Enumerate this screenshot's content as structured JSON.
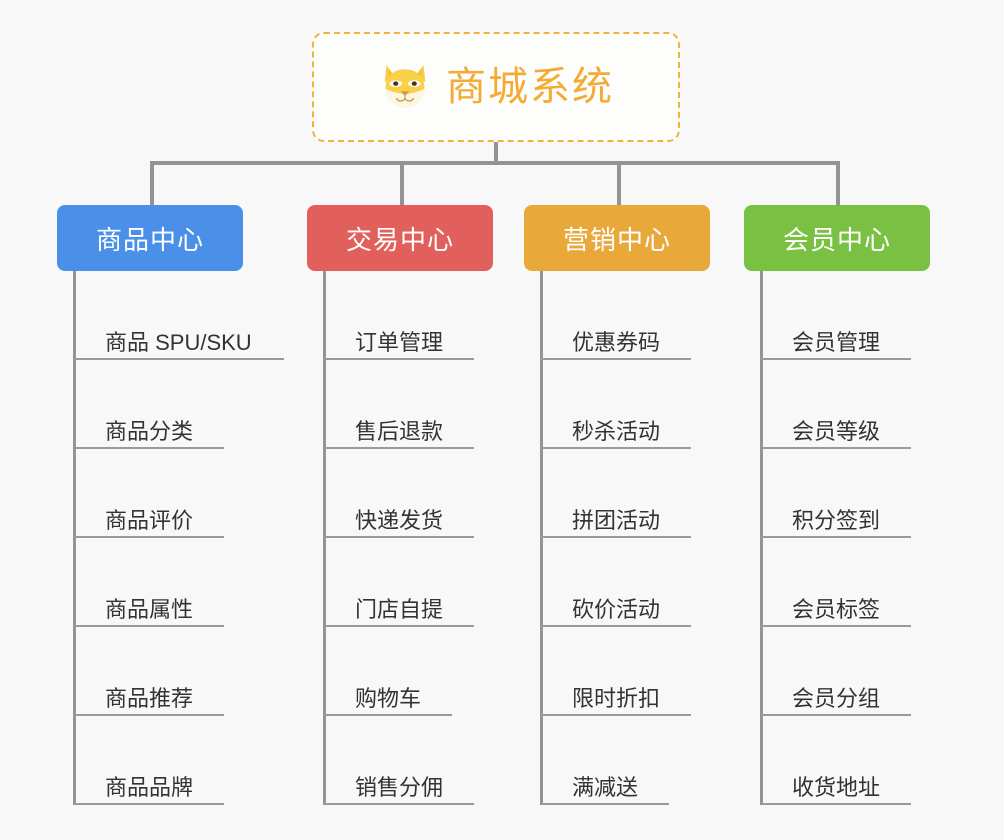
{
  "background_color": "#f8f8f8",
  "root": {
    "icon": "shiba-dog-icon",
    "title": "商城系统",
    "title_color": "#f3ab35",
    "border_color": "#f0b23c"
  },
  "connector_color": "#949494",
  "columns": [
    {
      "title": "商品中心",
      "color": "#4a90e8",
      "items": [
        {
          "label": "商品 SPU/SKU",
          "underline_width": 210
        },
        {
          "label": "商品分类",
          "underline_width": 150
        },
        {
          "label": "商品评价",
          "underline_width": 150
        },
        {
          "label": "商品属性",
          "underline_width": 150
        },
        {
          "label": "商品推荐",
          "underline_width": 150
        },
        {
          "label": "商品品牌",
          "underline_width": 150
        }
      ]
    },
    {
      "title": "交易中心",
      "color": "#e2605b",
      "items": [
        {
          "label": "订单管理",
          "underline_width": 150
        },
        {
          "label": "售后退款",
          "underline_width": 150
        },
        {
          "label": "快递发货",
          "underline_width": 150
        },
        {
          "label": "门店自提",
          "underline_width": 150
        },
        {
          "label": "购物车",
          "underline_width": 128
        },
        {
          "label": "销售分佣",
          "underline_width": 150
        }
      ]
    },
    {
      "title": "营销中心",
      "color": "#e8a93a",
      "items": [
        {
          "label": "优惠券码",
          "underline_width": 150
        },
        {
          "label": "秒杀活动",
          "underline_width": 150
        },
        {
          "label": "拼团活动",
          "underline_width": 150
        },
        {
          "label": "砍价活动",
          "underline_width": 150
        },
        {
          "label": "限时折扣",
          "underline_width": 150
        },
        {
          "label": "满减送",
          "underline_width": 128
        }
      ]
    },
    {
      "title": "会员中心",
      "color": "#7ac143",
      "items": [
        {
          "label": "会员管理",
          "underline_width": 150
        },
        {
          "label": "会员等级",
          "underline_width": 150
        },
        {
          "label": "积分签到",
          "underline_width": 150
        },
        {
          "label": "会员标签",
          "underline_width": 150
        },
        {
          "label": "会员分组",
          "underline_width": 150
        },
        {
          "label": "收货地址",
          "underline_width": 150
        }
      ]
    }
  ]
}
